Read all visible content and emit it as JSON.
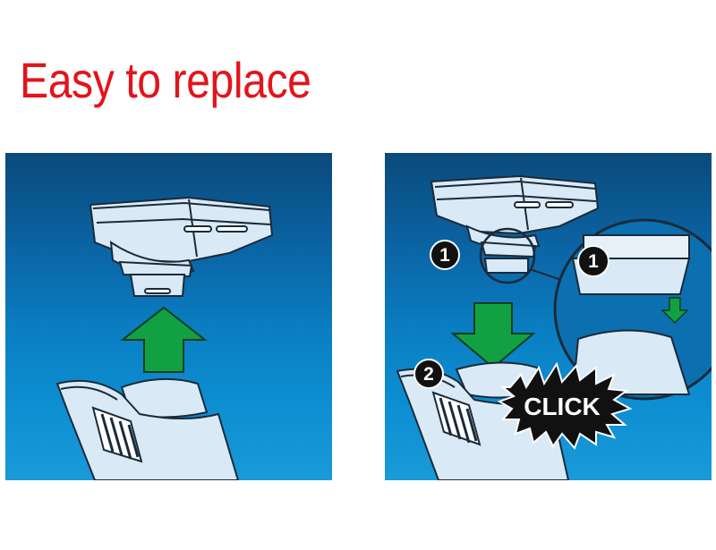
{
  "title": "Easy to replace",
  "left_panel": {
    "arrow_direction": "up",
    "arrow_color": "#12a142"
  },
  "right_panel": {
    "step1": "1",
    "step2": "2",
    "click_label": "CLICK",
    "detail_step": "1",
    "arrow_color": "#12a142"
  },
  "colors": {
    "title": "#e3141b",
    "panel_top": "#0a4a7a",
    "panel_bottom": "#1a9ad8"
  }
}
